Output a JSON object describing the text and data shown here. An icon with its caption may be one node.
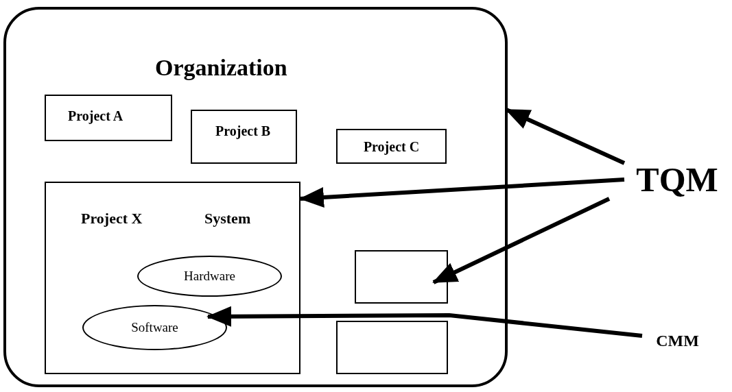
{
  "diagram": {
    "nodes": [
      {
        "text": [
          "Organization"
        ]
      },
      {
        "text": [
          "Project A"
        ],
        "in": 0
      },
      {
        "text": [
          "Project B"
        ],
        "in": 0
      },
      {
        "text": [
          "Project C"
        ],
        "in": 0
      },
      {
        "text": [
          "Project X",
          "System"
        ],
        "in": 0
      },
      {
        "text": [
          "Hardware"
        ],
        "in": 4
      },
      {
        "text": [
          "Software"
        ],
        "in": 4
      },
      {
        "text": [],
        "shape": "box",
        "in": 0
      },
      {
        "text": [],
        "shape": "box",
        "in": 0
      },
      {
        "text": [
          "TQM"
        ]
      },
      {
        "text": [
          "CMM"
        ]
      }
    ],
    "edges": [
      {
        "from": 9,
        "to": 0,
        "arrow": "to"
      },
      {
        "from": 9,
        "to": 4,
        "arrow": "to"
      },
      {
        "from": 9,
        "to": 7,
        "arrow": "to"
      },
      {
        "from": 10,
        "to": 6,
        "arrow": "to"
      }
    ]
  }
}
